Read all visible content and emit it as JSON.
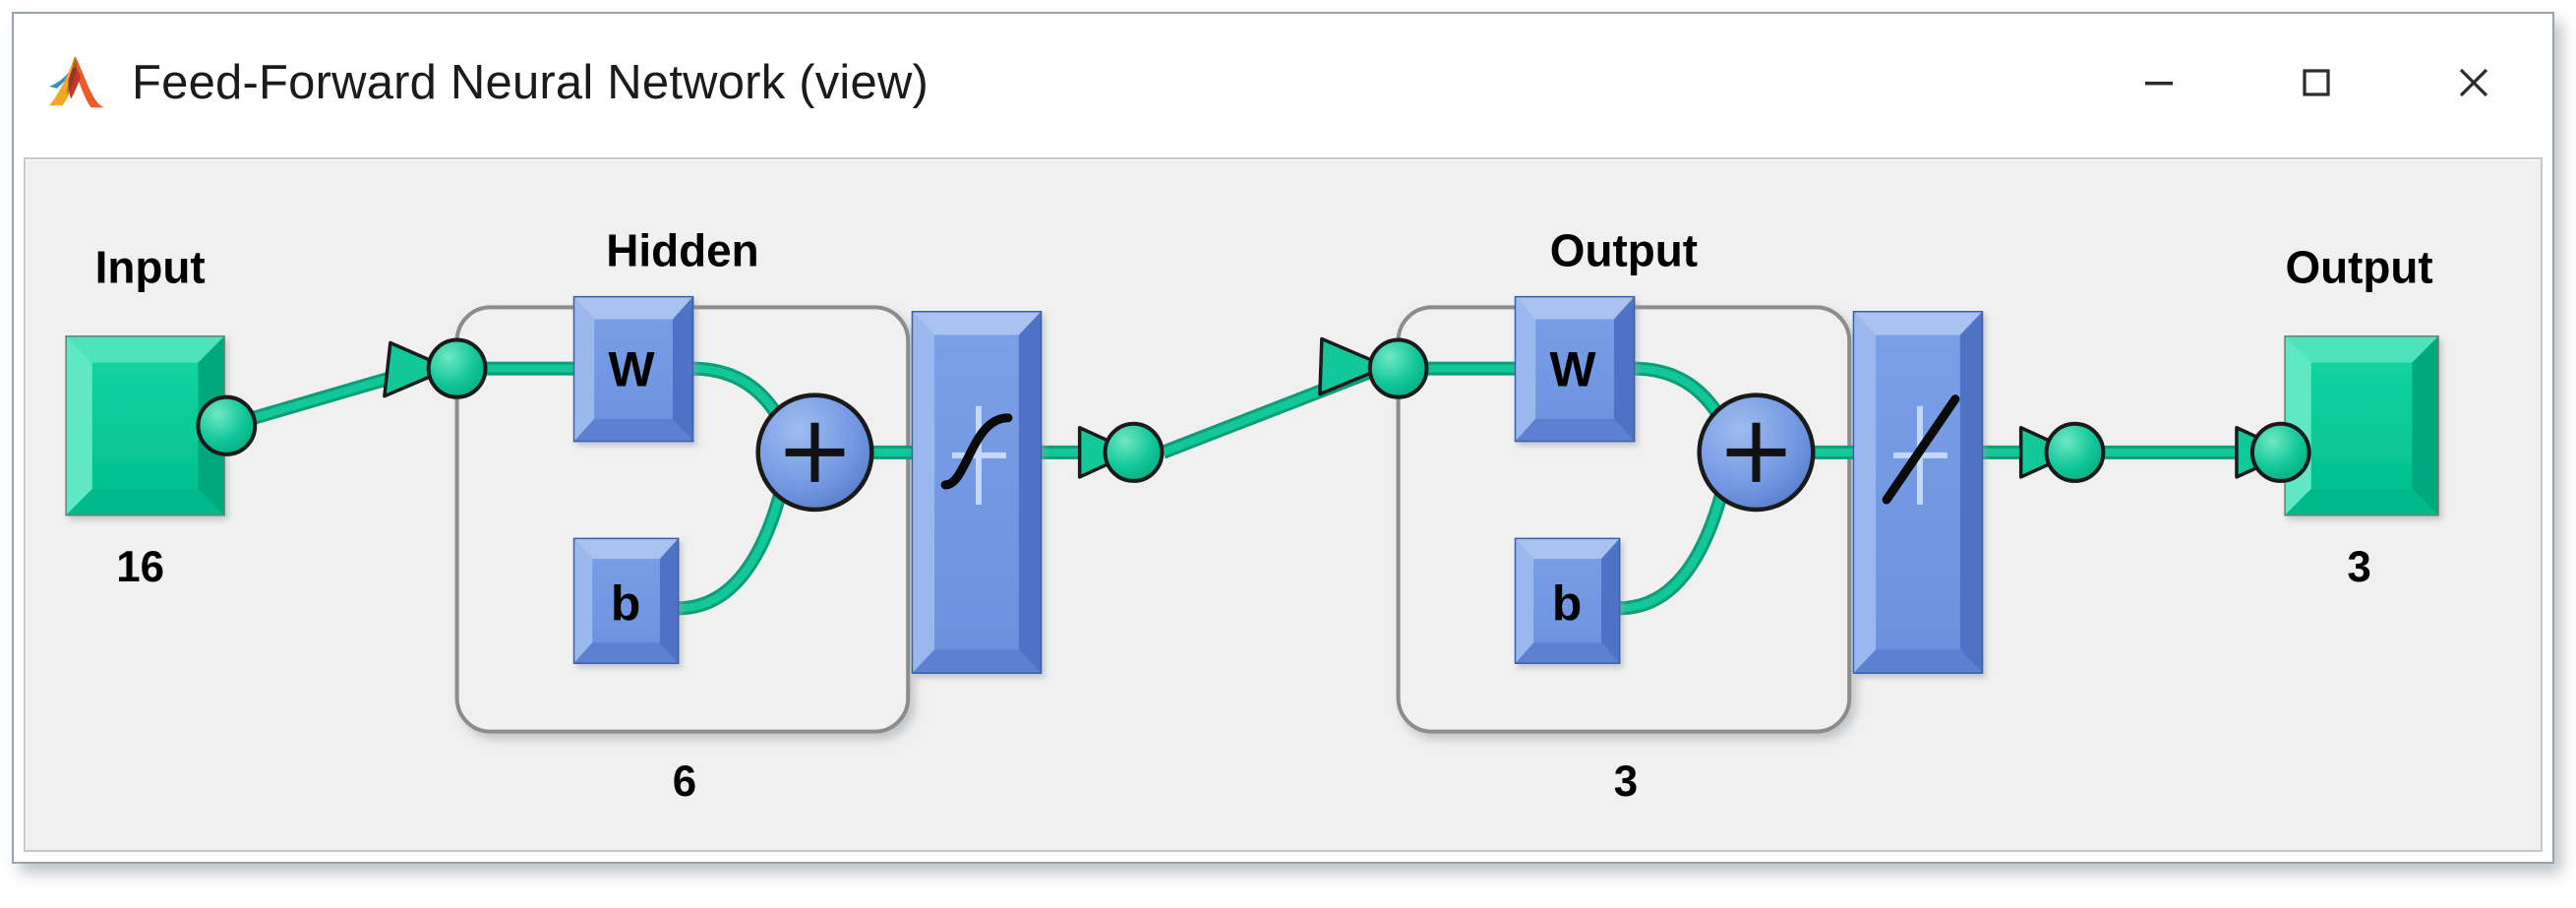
{
  "window": {
    "title": "Feed-Forward Neural Network (view)",
    "icon": "matlab-logo-icon",
    "controls": {
      "minimize": "minimize-icon",
      "maximize": "maximize-icon",
      "close": "close-icon"
    }
  },
  "diagram": {
    "type": "feed-forward-neural-network",
    "input": {
      "label": "Input",
      "size": "16"
    },
    "layers": [
      {
        "label": "Hidden",
        "weight_label": "W",
        "bias_label": "b",
        "sum_label": "+",
        "transfer_function": "sigmoid",
        "size": "6"
      },
      {
        "label": "Output",
        "weight_label": "W",
        "bias_label": "b",
        "sum_label": "+",
        "transfer_function": "linear",
        "size": "3"
      }
    ],
    "output": {
      "label": "Output",
      "size": "3"
    }
  },
  "colors": {
    "data_block": "#00cc99",
    "data_block_light": "#4de0b8",
    "data_block_dark": "#00a87d",
    "op_block": "#6d93e0",
    "op_block_light": "#8fabe8",
    "op_block_dark": "#4c72c4",
    "connector": "#12c79a",
    "canvas": "#f0f0f0",
    "panel_border": "#808080",
    "title_bg": "#ffffff"
  }
}
